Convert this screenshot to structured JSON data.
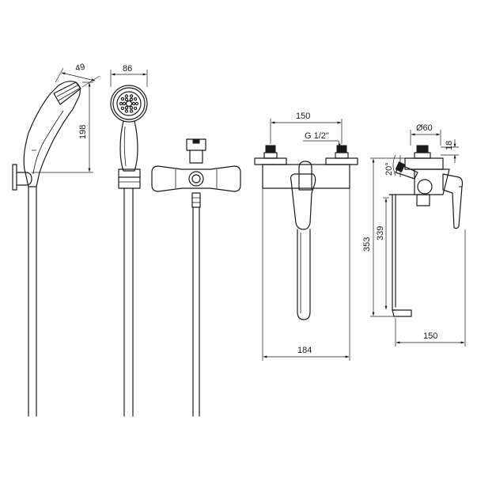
{
  "dimensions": {
    "handshower_angle_width": "49",
    "handshower_head_diameter": "86",
    "handshower_height": "198",
    "mixer_spacing": "150",
    "thread_size": "G 1/2\"",
    "body_width": "184",
    "escutcheon_diameter": "Ø60",
    "escutcheon_depth": "18",
    "tilt_angle": "20°",
    "total_height": "353",
    "spout_height": "339",
    "spout_projection": "150"
  },
  "colors": {
    "line": "#1a1a1a",
    "background": "#ffffff"
  }
}
